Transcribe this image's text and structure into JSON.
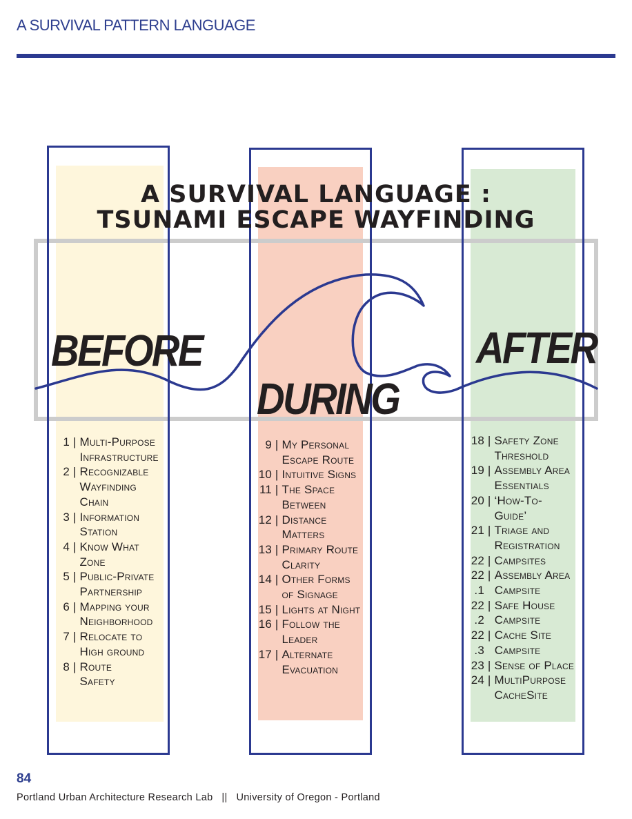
{
  "header": {
    "title": "A SURVIVAL PATTERN LANGUAGE"
  },
  "diagram": {
    "title_line1": "A SURVIVAL LANGUAGE :",
    "title_line2": "TSUNAMI ESCAPE WAYFINDING",
    "colors": {
      "before_fill": "#fef6dc",
      "during_fill": "#f9d0c1",
      "after_fill": "#d8ead4",
      "border": "#2b3990",
      "wave": "#2b3990",
      "frame": "#cccccc"
    },
    "phases": [
      {
        "label": "BEFORE"
      },
      {
        "label": "DURING"
      },
      {
        "label": "AFTER"
      }
    ]
  },
  "patterns": {
    "before": [
      {
        "num": "1",
        "text": "Multi-Purpose\nInfrastructure"
      },
      {
        "num": "2",
        "text": "Recognizable\nWayfinding\nChain"
      },
      {
        "num": "3",
        "text": "Information\nStation"
      },
      {
        "num": "4",
        "text": "Know What\nZone"
      },
      {
        "num": "5",
        "text": "Public-Private\nPartnership"
      },
      {
        "num": "6",
        "text": "Mapping your\nNeighborhood"
      },
      {
        "num": "7",
        "text": "Relocate to\nHigh ground"
      },
      {
        "num": "8",
        "text": "Route\nSafety"
      }
    ],
    "during": [
      {
        "num": " 9",
        "text": "My Personal\nEscape Route"
      },
      {
        "num": "10",
        "text": "Intuitive Signs"
      },
      {
        "num": "11",
        "text": "The Space\nBetween"
      },
      {
        "num": "12",
        "text": "Distance\nMatters"
      },
      {
        "num": "13",
        "text": "Primary Route\nClarity"
      },
      {
        "num": "14",
        "text": "Other Forms\nof Signage"
      },
      {
        "num": "15",
        "text": "Lights at Night"
      },
      {
        "num": "16",
        "text": "Follow the\nLeader"
      },
      {
        "num": "17",
        "text": "Alternate\nEvacuation"
      }
    ],
    "after": [
      {
        "num": "18",
        "bar": " | ",
        "text": "Safety Zone\nThreshold"
      },
      {
        "num": "19",
        "bar": " | ",
        "text": "Assembly Area\nEssentials"
      },
      {
        "num": "20",
        "bar": " | ",
        "text": "‘How-To-\n Guide’"
      },
      {
        "num": "21",
        "bar": " | ",
        "text": "Triage and\nRegistration"
      },
      {
        "num": "22",
        "bar": " | ",
        "text": "Campsites"
      },
      {
        "num": "22\n.1",
        "bar": " | \n   ",
        "text": "Assembly Area\nCampsite"
      },
      {
        "num": "22\n.2",
        "bar": " | \n   ",
        "text": "Safe House\nCampsite"
      },
      {
        "num": "22\n.3",
        "bar": " | \n   ",
        "text": "Cache Site\nCampsite"
      },
      {
        "num": "23",
        "bar": " | ",
        "text": "Sense of Place"
      },
      {
        "num": "24",
        "bar": " | ",
        "text": "MultiPurpose\nCacheSite"
      }
    ]
  },
  "footer": {
    "page_number": "84",
    "credit": "Portland Urban Architecture Research Lab   ||   University of Oregon - Portland"
  }
}
